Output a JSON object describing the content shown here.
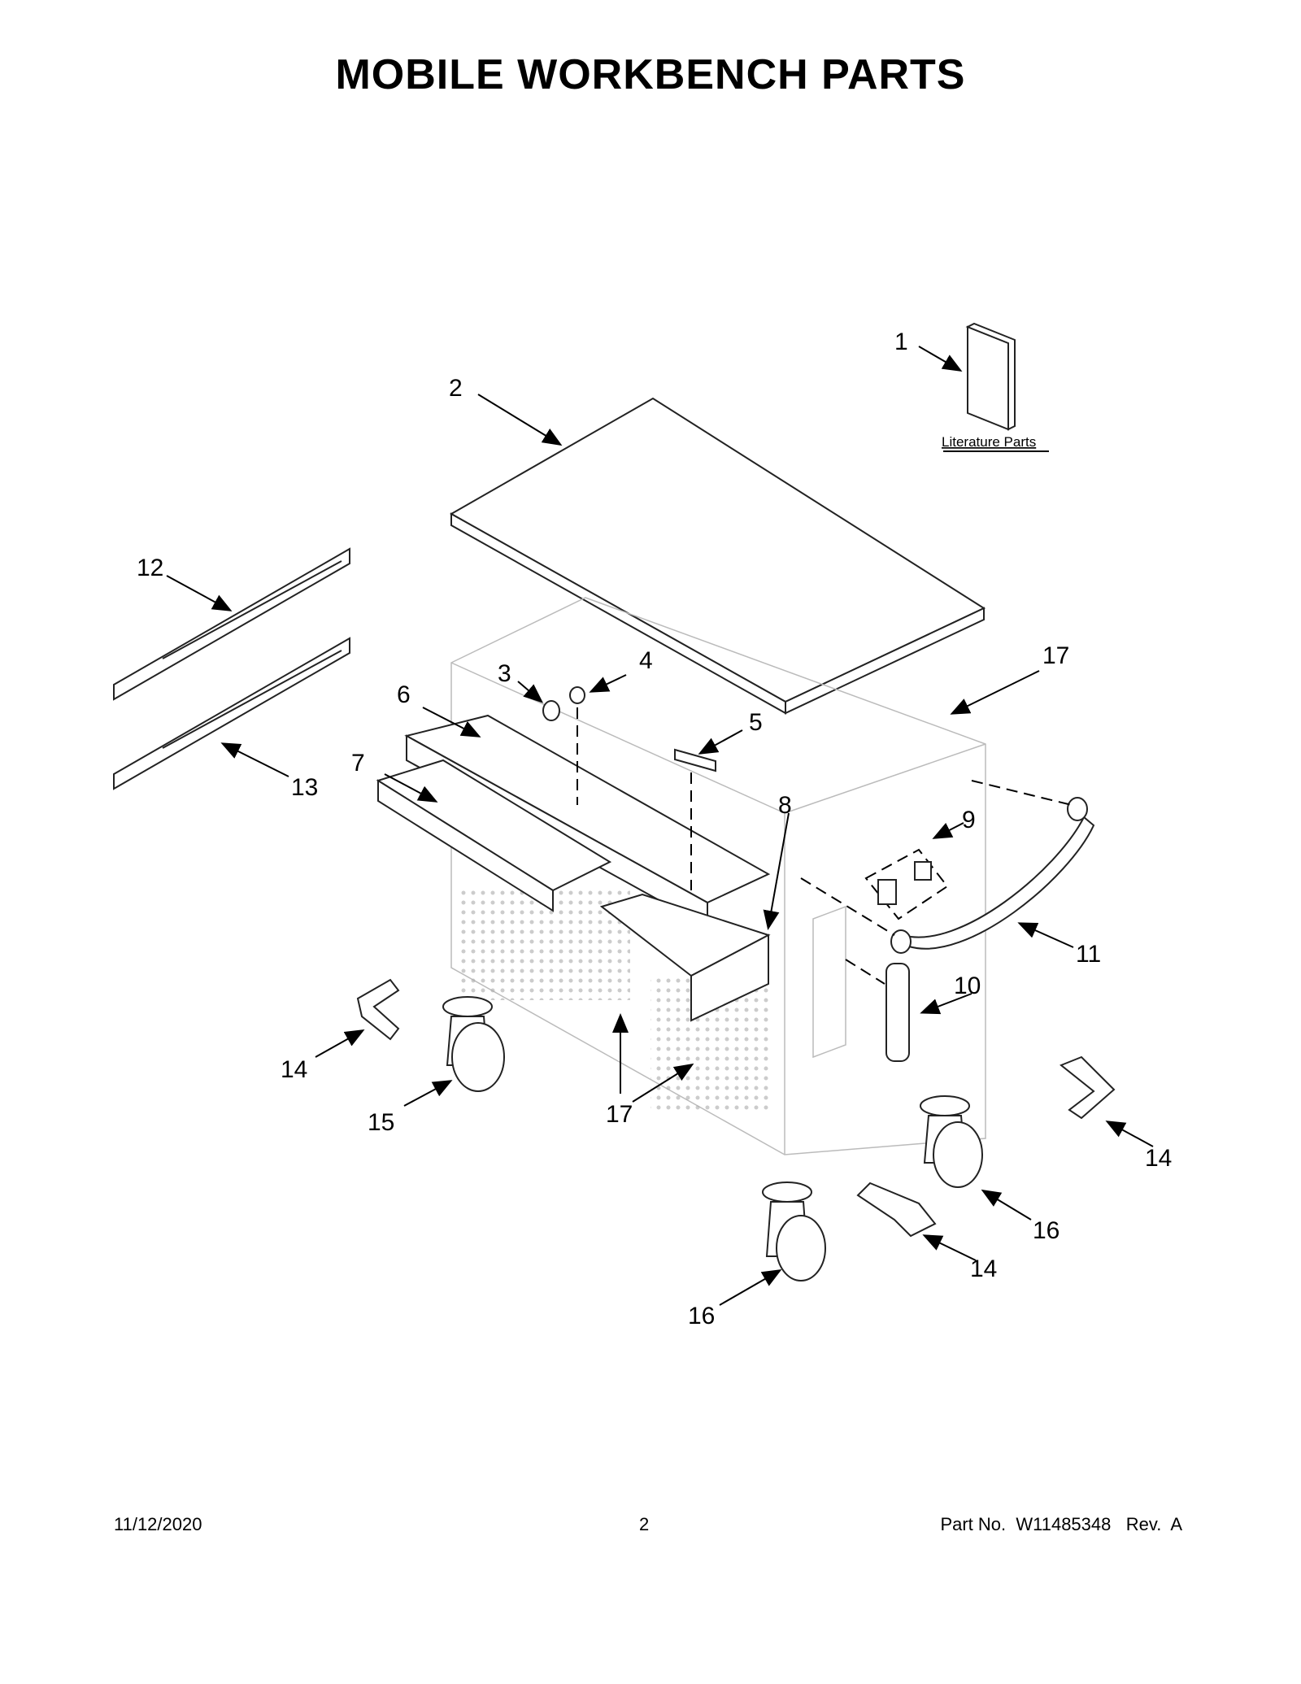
{
  "title": "MOBILE WORKBENCH PARTS",
  "literature_label": "Literature Parts",
  "callouts": {
    "c1": "1",
    "c2": "2",
    "c3": "3",
    "c4": "4",
    "c5": "5",
    "c6": "6",
    "c7": "7",
    "c8": "8",
    "c9": "9",
    "c10": "10",
    "c11": "11",
    "c12": "12",
    "c13": "13",
    "c14": "14",
    "c15": "15",
    "c16": "16",
    "c17": "17"
  },
  "footer": {
    "date": "11/12/2020",
    "page": "2",
    "part": "Part No.  W11485348   Rev.  A"
  }
}
